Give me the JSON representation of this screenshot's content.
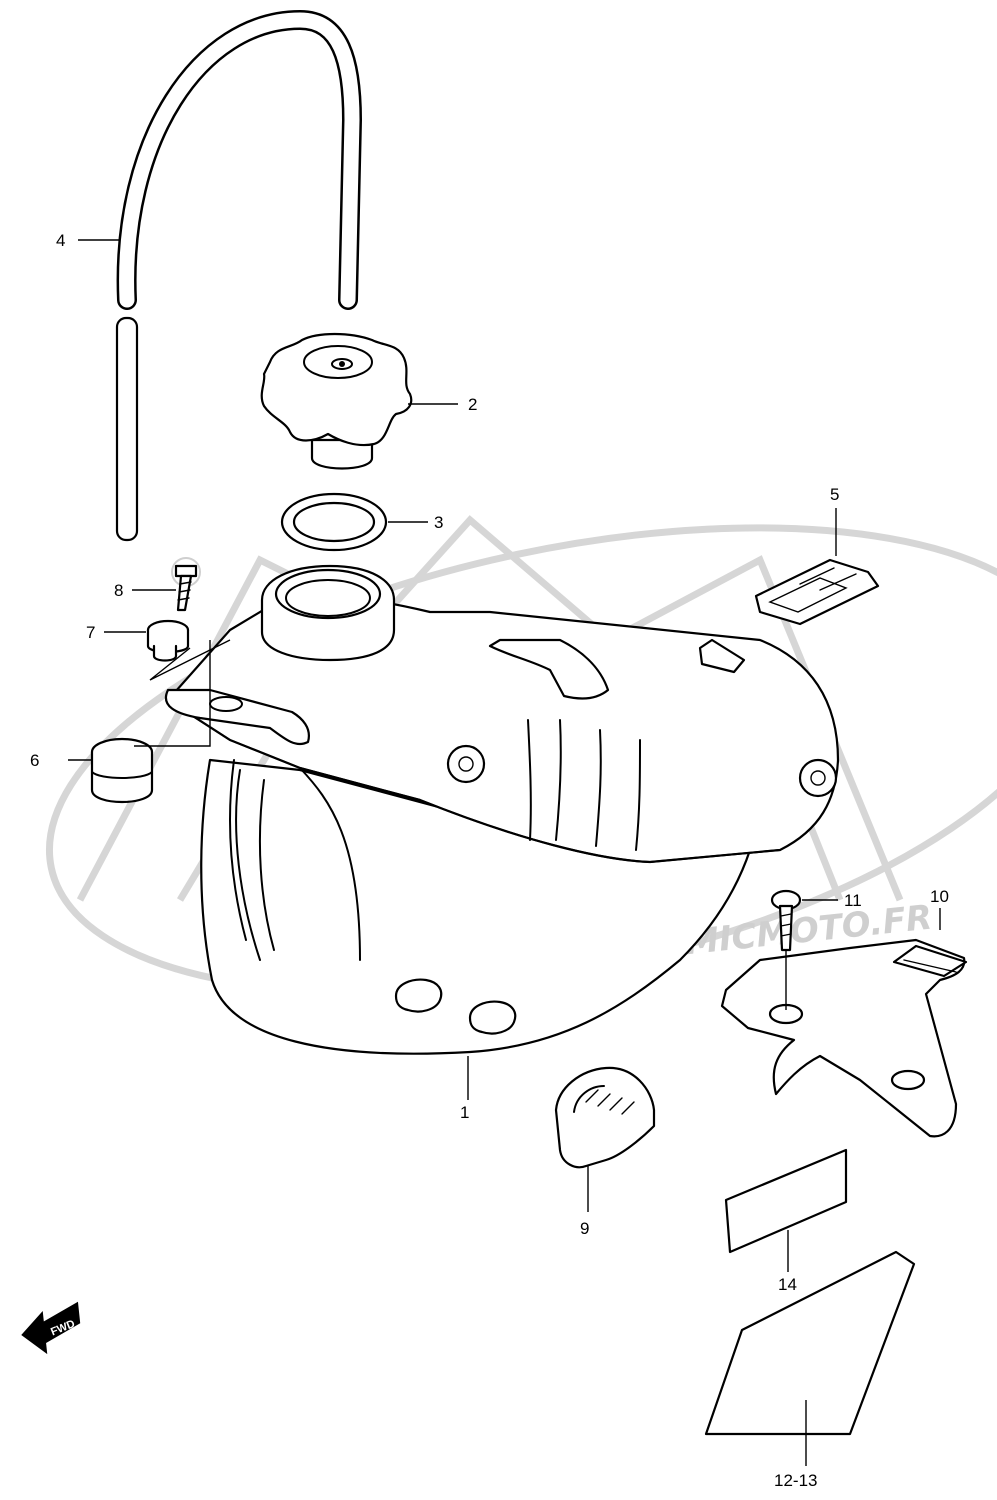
{
  "callouts": {
    "tank": "1",
    "cap": "2",
    "gasket": "3",
    "hose": "4",
    "band": "5",
    "cushion": "6",
    "spacer": "7",
    "bolt8": "8",
    "guard": "9",
    "bracket": "10",
    "bolt11": "11",
    "label_large": "12-13",
    "label_small": "14"
  },
  "fwd_label": "FWD",
  "watermark": {
    "url": "WWW.ATOMICMOTO.FR",
    "brand": "moto"
  }
}
